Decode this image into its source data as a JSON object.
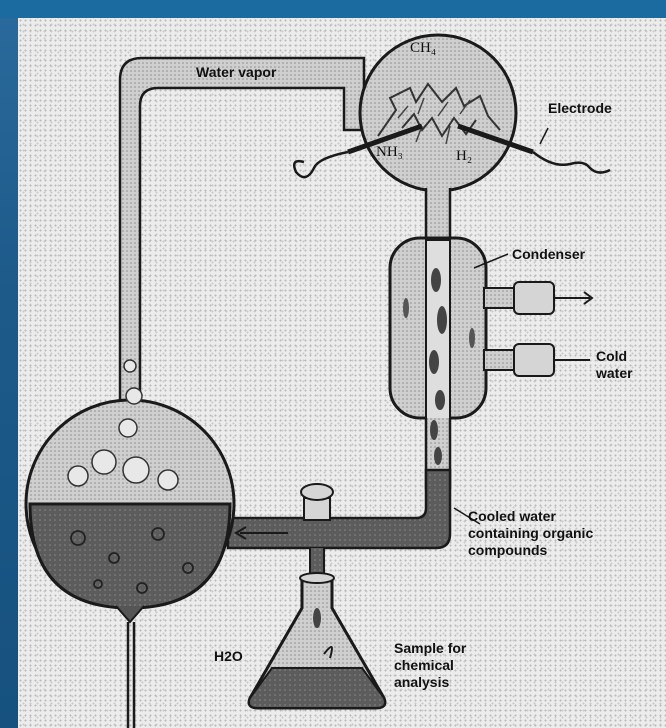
{
  "header": {
    "title": ""
  },
  "diagram": {
    "labels": {
      "water_vapor": "Water vapor",
      "electrode": "Electrode",
      "condenser": "Condenser",
      "cold_water": "Cold water",
      "cooled_water": "Cooled water containing organic compounds",
      "h2o": "H2O",
      "sample": "Sample for chemical analysis"
    },
    "gases": {
      "ch4": "CH₄",
      "nh3": "NH₃",
      "h2": "H₂"
    }
  },
  "colors": {
    "background": "#1f5e8e",
    "paper": "#ececec",
    "liquid": "#5c5c5c",
    "glass_outline": "#1a1a1a"
  }
}
